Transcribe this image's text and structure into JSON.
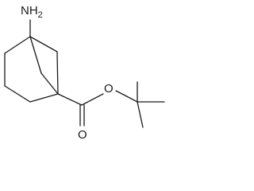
{
  "molecule": {
    "amine_label": "NH",
    "amine_subscript": "2",
    "ester_oxygen_label": "O",
    "carbonyl_oxygen_label": "O"
  },
  "colors": {
    "bond": "#1a1a1a",
    "background": "#ffffff"
  }
}
